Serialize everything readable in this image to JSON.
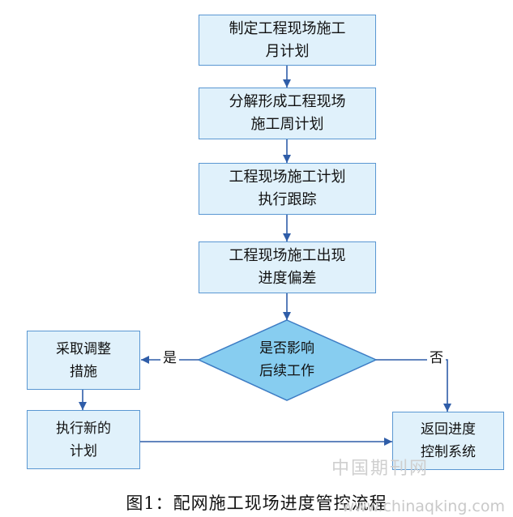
{
  "nodes": {
    "monthly_plan": {
      "lines": [
        "制定工程现场施工",
        "月计划"
      ]
    },
    "weekly_plan": {
      "lines": [
        "分解形成工程现场",
        "施工周计划"
      ]
    },
    "execution_tracking": {
      "lines": [
        "工程现场施工计划",
        "执行跟踪"
      ]
    },
    "schedule_deviation": {
      "lines": [
        "工程现场施工出现",
        "进度偏差"
      ]
    },
    "adjustment_measures": {
      "lines": [
        "采取调整",
        "措施"
      ]
    },
    "new_plan": {
      "lines": [
        "执行新的",
        "计划"
      ]
    },
    "return_control": {
      "lines": [
        "返回进度",
        "控制系统"
      ]
    }
  },
  "decision": {
    "lines": [
      "是否影响",
      "后续工作"
    ]
  },
  "edge_labels": {
    "yes": "是",
    "no": "否"
  },
  "caption": "图1：配网施工现场进度管控流程",
  "watermark": {
    "site_name": "中国期刊网",
    "url": "www.chinaqking.com"
  },
  "colors": {
    "box_fill": "#e0f1fb",
    "box_border": "#5a97d2",
    "decision_fill": "#87cdf0",
    "decision_border": "#3d7cc4",
    "arrow": "#2f5da8"
  }
}
